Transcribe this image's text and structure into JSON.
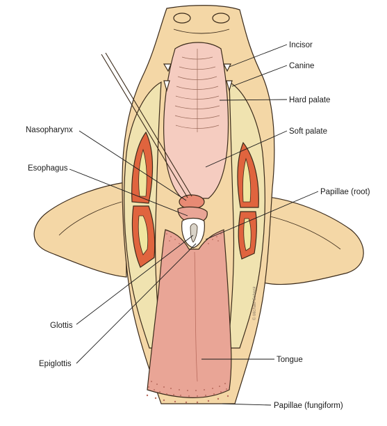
{
  "labels": {
    "incisor": "Incisor",
    "canine": "Canine",
    "hard_palate": "Hard palate",
    "soft_palate": "Soft palate",
    "nasopharynx": "Nasopharynx",
    "esophagus": "Esophagus",
    "papillae_root": "Papillae (root)",
    "glottis": "Glottis",
    "epiglottis": "Epiglottis",
    "tongue": "Tongue",
    "papillae_fungiform": "Papillae (fungiform)"
  },
  "artist_signature": "© Michael Schenk",
  "colors": {
    "skin": "#f4d7a6",
    "skin_outline": "#3a2a1a",
    "palate": "#f5ccc0",
    "tongue": "#e9a596",
    "muscle": "#e0643e",
    "fat": "#f0e6a0"
  }
}
